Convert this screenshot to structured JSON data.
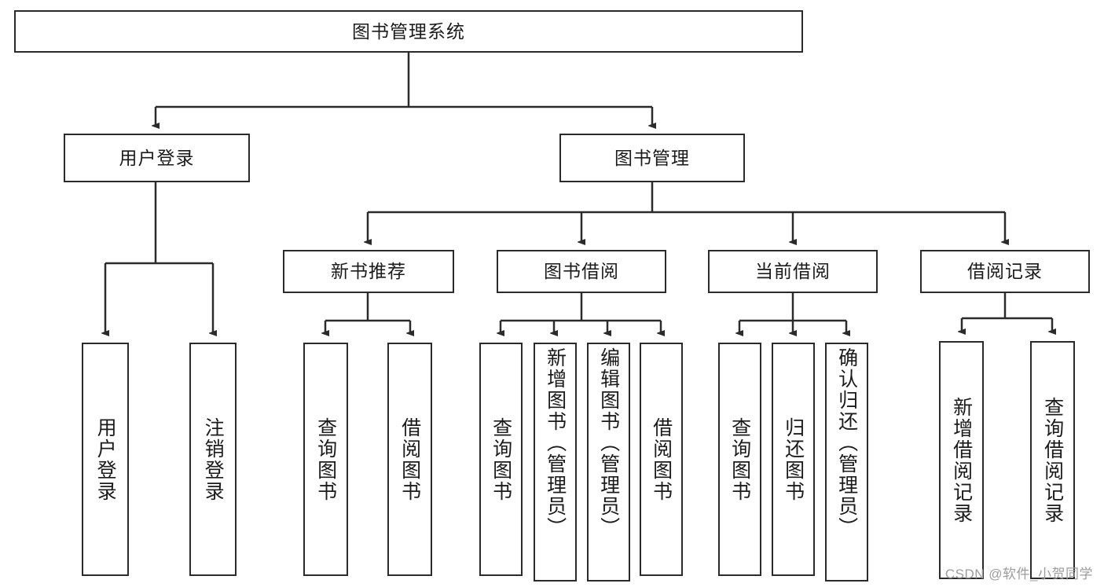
{
  "diagram": {
    "title": "图书管理系统",
    "type": "tree",
    "watermark": "CSDN @软件_小贺同学",
    "colors": {
      "box_border": "#2b2b2b",
      "box_fill": "#ffffff",
      "line": "#2b2b2b",
      "text": "#1b1b1b",
      "watermark": "#9c9c9c",
      "background": "#ffffff"
    },
    "nodes": {
      "root": {
        "label": "图书管理系统"
      },
      "level1": [
        {
          "label": "用户登录"
        },
        {
          "label": "图书管理"
        }
      ],
      "level2": [
        {
          "label": "新书推荐"
        },
        {
          "label": "图书借阅"
        },
        {
          "label": "当前借阅"
        },
        {
          "label": "借阅记录"
        }
      ],
      "leaves": {
        "user_login": [
          {
            "label": "用户登录"
          },
          {
            "label": "注销登录"
          }
        ],
        "new_book": [
          {
            "label": "查询图书"
          },
          {
            "label": "借阅图书"
          }
        ],
        "book_borrow": [
          {
            "label": "查询图书"
          },
          {
            "label": "新增图书（管理员）"
          },
          {
            "label": "编辑图书（管理员）"
          },
          {
            "label": "借阅图书"
          }
        ],
        "current_borrow": [
          {
            "label": "查询图书"
          },
          {
            "label": "归还图书"
          },
          {
            "label": "确认归还（管理员）"
          }
        ],
        "borrow_record": [
          {
            "label": "新增借阅记录"
          },
          {
            "label": "查询借阅记录"
          }
        ]
      }
    }
  }
}
